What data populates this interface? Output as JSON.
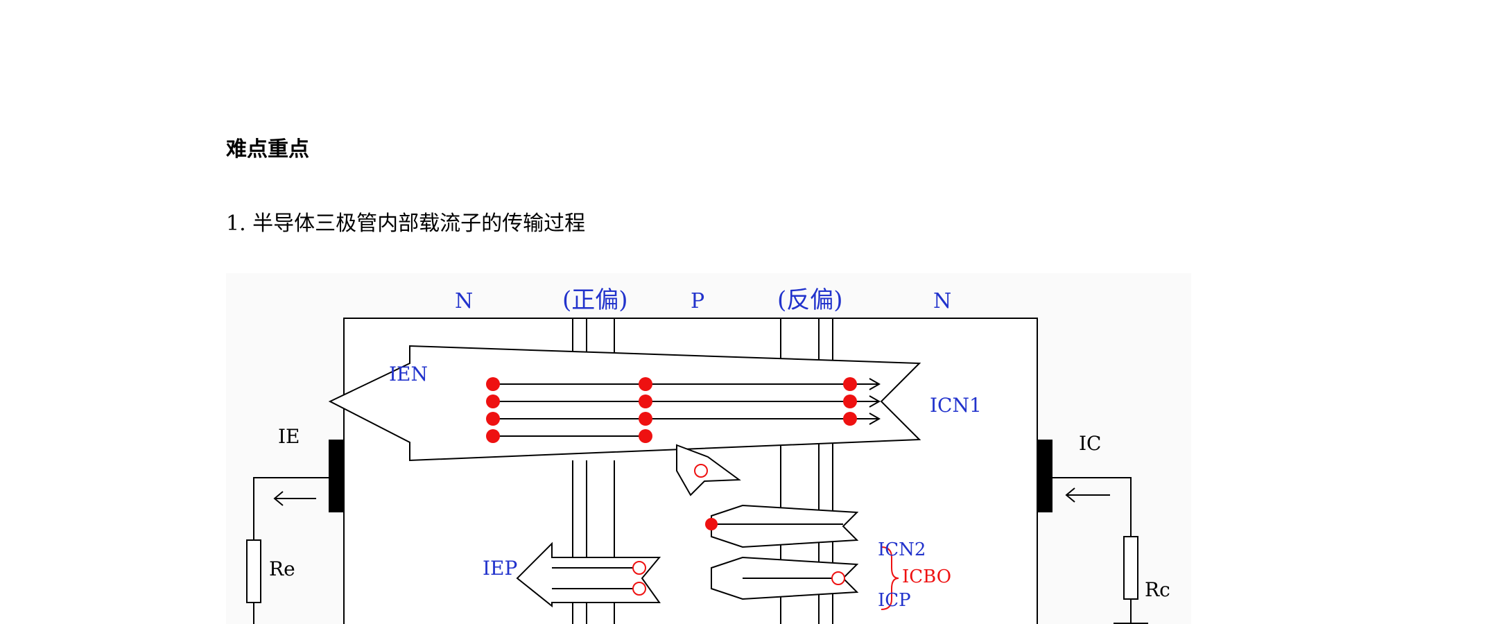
{
  "heading": "难点重点",
  "item": {
    "number": "1.",
    "text": "半导体三极管内部载流子的传输过程"
  },
  "figure": {
    "regions": {
      "n_left": "N",
      "forward": "(正偏)",
      "p": "P",
      "reverse": "(反偏)",
      "n_right": "N"
    },
    "currents": {
      "ien": "IEN",
      "icn1": "ICN1",
      "ie": "IE",
      "ic": "IC",
      "iep": "IEP",
      "icn2": "ICN2",
      "icp": "ICP",
      "icbo": "ICBO"
    },
    "resistors": {
      "re": "Re",
      "rc": "Rc"
    },
    "colors": {
      "label_blue": "#2233cc",
      "carrier_red": "#ee1111",
      "line": "#000000"
    }
  }
}
